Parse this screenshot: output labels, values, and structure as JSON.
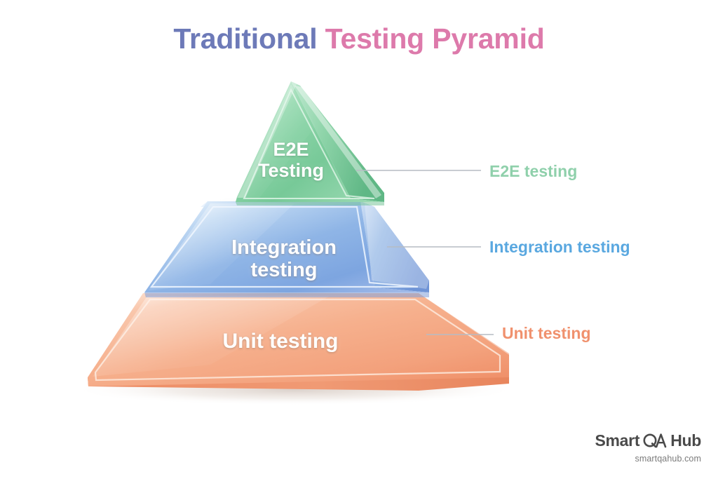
{
  "title": {
    "part1": "Traditional ",
    "part2": "Testing Pyramid",
    "color1": "#6d7ab8",
    "color2": "#dd7aab"
  },
  "pyramid": {
    "layers": [
      {
        "id": "e2e",
        "text": "E2E\nTesting",
        "callout": "E2E testing",
        "color": "#7fca9d",
        "callout_color": "#8fd0ab"
      },
      {
        "id": "integration",
        "text": "Integration\ntesting",
        "callout": "Integration testing",
        "color": "#7ea6e0",
        "callout_color": "#5aa8e0"
      },
      {
        "id": "unit",
        "text": "Unit testing",
        "callout": "Unit testing",
        "color": "#f3a27f",
        "callout_color": "#f0916e"
      }
    ]
  },
  "brand": {
    "word1": "Smart",
    "mark": "QA",
    "word2": "Hub",
    "url": "smartqahub.com",
    "color": "#4a4a4a"
  }
}
